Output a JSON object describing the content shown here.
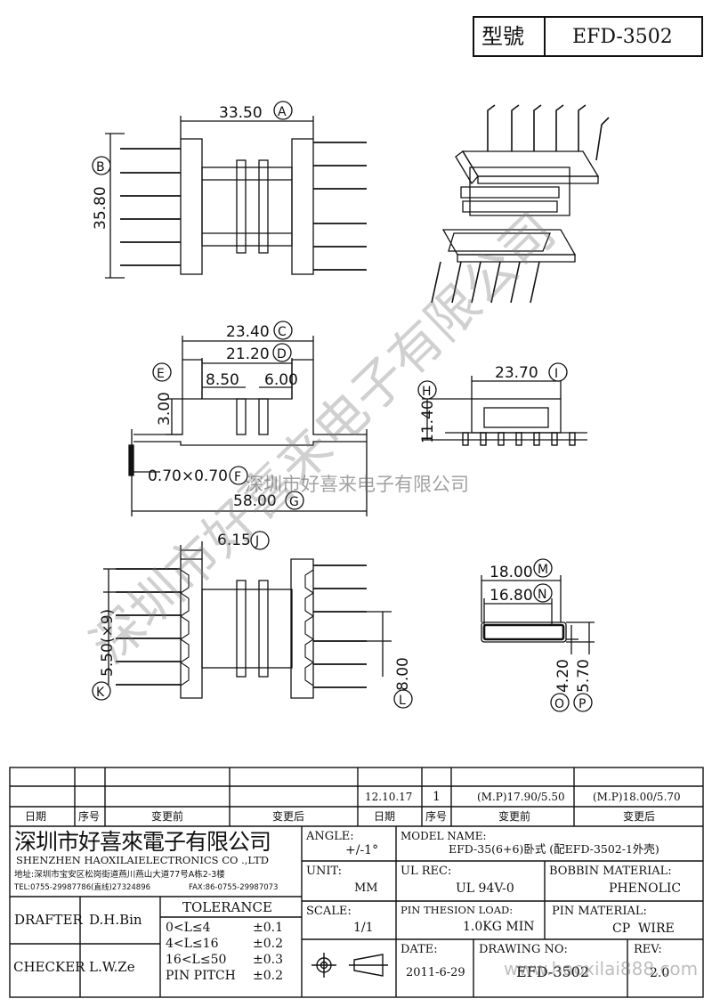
{
  "title_block": {
    "model_label": "型號",
    "model_value": "EFD-3502"
  },
  "dimensions": {
    "A": {
      "value": "33.50",
      "letter": "A"
    },
    "B": {
      "value": "35.80",
      "letter": "B"
    },
    "C": {
      "value": "23.40",
      "letter": "C"
    },
    "D": {
      "value": "21.20",
      "letter": "D"
    },
    "E": {
      "value": "3.00",
      "letter": "E"
    },
    "s1": {
      "value": "8.50"
    },
    "s2": {
      "value": "6.00"
    },
    "F": {
      "value": "0.70×0.70",
      "letter": "F"
    },
    "G": {
      "value": "58.00",
      "letter": "G"
    },
    "I": {
      "value": "23.70",
      "letter": "I"
    },
    "H": {
      "value": "11.40",
      "letter": "H"
    },
    "J": {
      "value": "6.15",
      "letter": "J"
    },
    "K": {
      "value": "5.50(×9)",
      "letter": "K"
    },
    "L": {
      "value": "8.00",
      "letter": "L"
    },
    "M": {
      "value": "18.00",
      "letter": "M"
    },
    "N": {
      "value": "16.80",
      "letter": "N"
    },
    "O": {
      "value": "4.20",
      "letter": "O"
    },
    "P": {
      "value": "5.70",
      "letter": "P"
    }
  },
  "revision": {
    "row": {
      "date": "12.10.17",
      "no": "1",
      "before": "(M.P)17.90/5.50",
      "after": "(M.P)18.00/5.70"
    },
    "headers": {
      "date": "日期",
      "no": "序号",
      "before": "变更前",
      "after": "变更后"
    }
  },
  "company": {
    "name_cn": "深圳市好喜來電子有限公司",
    "name_en": "SHENZHEN HAOXILAIELECTRONICS CO .,LTD",
    "address": "地址:深圳市宝安区松岗街道燕川燕山大道77号A栋2-3楼",
    "tel": "TEL:0755-29987786(直线)27324896",
    "fax": "FAX:86-0755-29987073"
  },
  "info": {
    "angle_label": "ANGLE:",
    "angle_value": "+/-1°",
    "model_name_label": "MODEL NAME:",
    "model_name_value": "EFD-35(6+6)卧式 (配EFD-3502-1外壳)",
    "unit_label": "UNIT:",
    "unit_value": "MM",
    "ul_label": "UL REC:",
    "ul_value": "UL 94V-0",
    "bobbin_label": "BOBBIN MATERIAL:",
    "bobbin_value": "PHENOLIC",
    "scale_label": "SCALE:",
    "scale_value": "1/1",
    "pin_load_label": "PIN THESION LOAD:",
    "pin_load_value": "1.0KG MIN",
    "pin_mat_label": "PIN MATERIAL:",
    "pin_mat_value": "CP  WIRE",
    "date_label": "DATE:",
    "date_value": "2011-6-29",
    "drawing_no_label": "DRAWING NO:",
    "drawing_no_value": "EFD-3502",
    "rev_label": "REV:",
    "rev_value": "2.0"
  },
  "people": {
    "drafter_label": "DRAFTER",
    "drafter_value": "D.H.Bin",
    "checker_label": "CHECKER",
    "checker_value": "L.W.Ze"
  },
  "tolerance": {
    "label": "TOLERANCE",
    "rows": [
      {
        "range": "0<L≤4",
        "tol": "±0.1"
      },
      {
        "range": "4<L≤16",
        "tol": "±0.2"
      },
      {
        "range": "16<L≤50",
        "tol": "±0.3"
      },
      {
        "range": "PIN PITCH",
        "tol": "±0.2"
      }
    ]
  },
  "watermarks": {
    "big": "深圳市好喜来电子有限公司",
    "small": "深圳市好喜来电子有限公司",
    "url": "www.haoxilai888.com"
  }
}
